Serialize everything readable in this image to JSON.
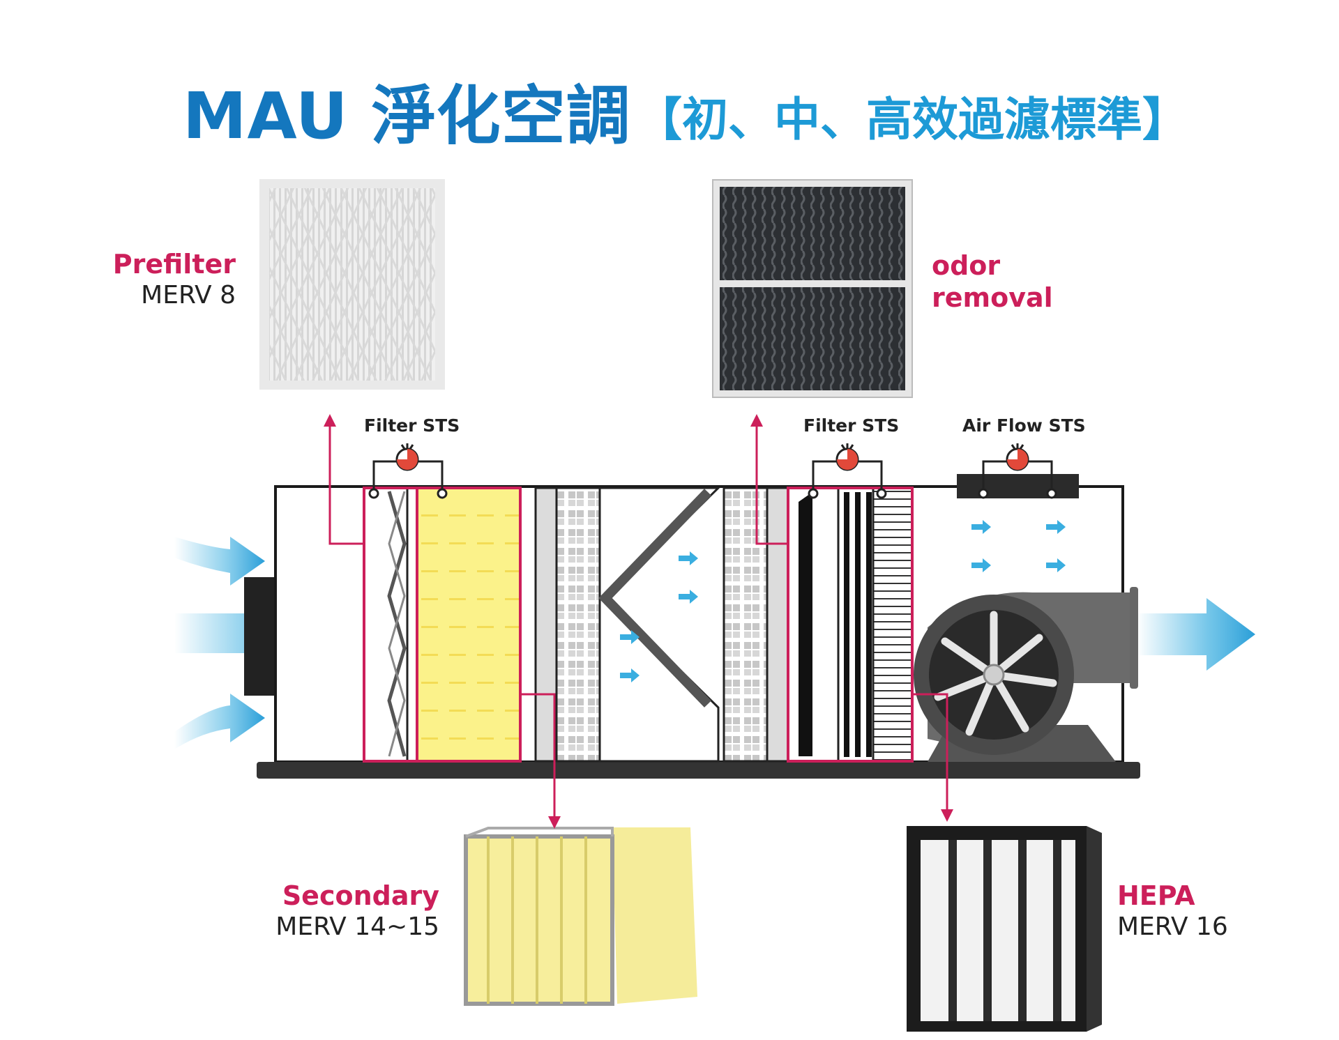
{
  "header": {
    "title": "MAU 淨化空調",
    "subtitle": "【初、中、高效過濾標準】"
  },
  "filters": {
    "prefilter": {
      "name": "Prefilter",
      "rating": "MERV 8"
    },
    "odor": {
      "name_line1": "odor",
      "name_line2": "removal"
    },
    "secondary": {
      "name": "Secondary",
      "rating": "MERV 14~15"
    },
    "hepa": {
      "name": "HEPA",
      "rating": "MERV 16"
    }
  },
  "sensors": {
    "filter_sts_1": "Filter STS",
    "filter_sts_2": "Filter STS",
    "air_flow_sts": "Air Flow STS"
  },
  "colors": {
    "title_blue": "#1477be",
    "subtitle_blue": "#1d9ad6",
    "accent_red": "#cc1f5a",
    "airflow_blue": "#3aaee0",
    "secondary_yellow": "#fbf28a"
  }
}
